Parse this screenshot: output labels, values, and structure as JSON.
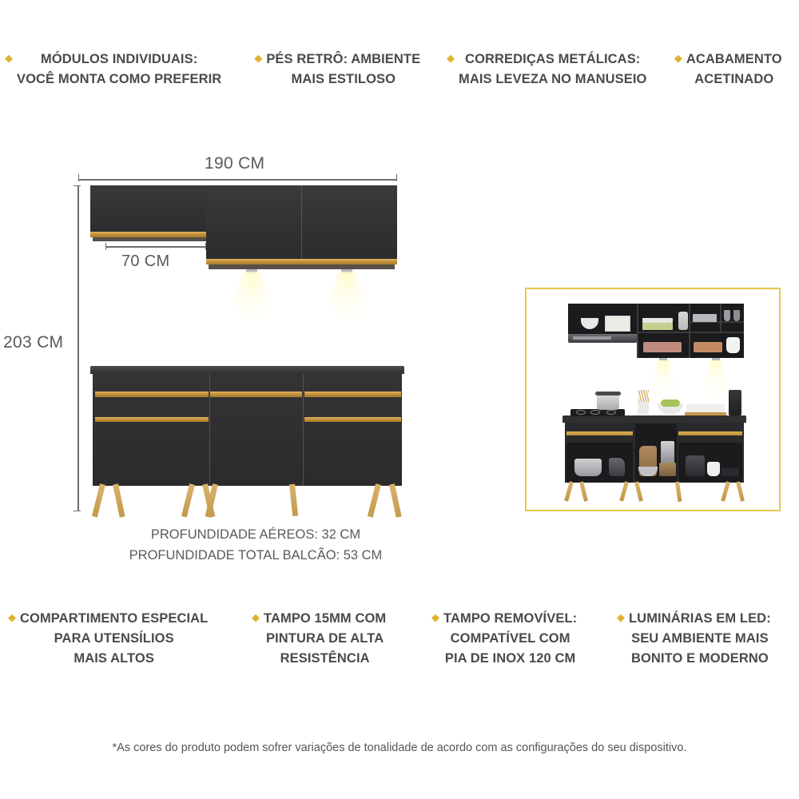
{
  "features_top": [
    {
      "bullet": "diamond-icon",
      "text": "MÓDULOS INDIVIDUAIS:\nVOCÊ MONTA COMO PREFERIR"
    },
    {
      "bullet": "diamond-icon",
      "text": "PÉS RETRÔ: AMBIENTE\nMAIS ESTILOSO"
    },
    {
      "bullet": "diamond-icon",
      "text": "CORREDIÇAS METÁLICAS:\nMAIS LEVEZA NO MANUSEIO"
    },
    {
      "bullet": "diamond-icon",
      "text": "ACABAMENTO\nACETINADO"
    }
  ],
  "features_bottom": [
    {
      "bullet": "diamond-icon",
      "text": "COMPARTIMENTO ESPECIAL\nPARA UTENSÍLIOS\nMAIS ALTOS"
    },
    {
      "bullet": "diamond-icon",
      "text": "TAMPO 15MM COM\nPINTURA DE ALTA\nRESISTÊNCIA"
    },
    {
      "bullet": "diamond-icon",
      "text": "TAMPO REMOVÍVEL:\nCOMPATÍVEL COM\nPIA DE INOX 120 CM"
    },
    {
      "bullet": "diamond-icon",
      "text": "LUMINÁRIAS EM LED:\nSEU AMBIENTE MAIS\nBONITO E MODERNO"
    }
  ],
  "dimensions": {
    "width_label": "190 CM",
    "upper_width_label": "70 CM",
    "height_label": "203 CM"
  },
  "depth_notes": {
    "line1": "PROFUNDIDADE AÉREOS: 32 CM",
    "line2": "PROFUNDIDADE TOTAL BALCÃO: 53 CM"
  },
  "footnote": {
    "text": "*As cores do produto podem sofrer variações de tonalidade de acordo com as configurações do seu dispositivo."
  },
  "colors": {
    "gold_accent": "#e3b12f",
    "frame_gold": "#e8c84c",
    "cabinet_dark": "#2e2e30",
    "handle_gold": "#c6923a",
    "leg_wood": "#c8a055",
    "text_gray": "#4a4a4a",
    "dim_gray": "#6d6d6d",
    "background": "#ffffff"
  },
  "bullet_glyph": "◆"
}
